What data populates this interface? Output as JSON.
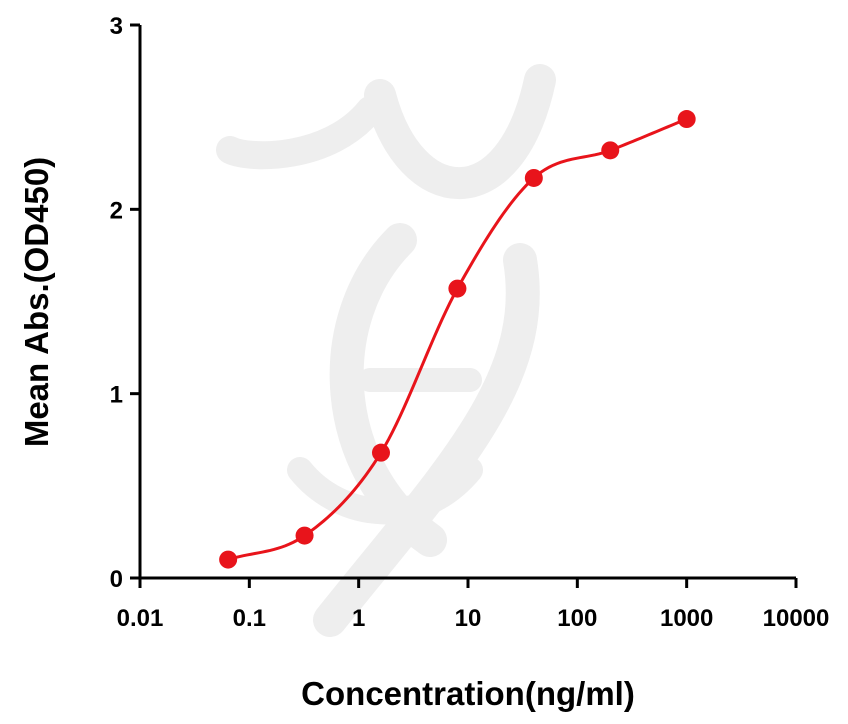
{
  "chart_data": {
    "type": "scatter",
    "title": "",
    "xlabel": "Concentration(ng/ml)",
    "ylabel": "Mean Abs.(OD450)",
    "x_scale": "log",
    "xlim": [
      0.01,
      10000
    ],
    "ylim": [
      0,
      3
    ],
    "x_ticks": [
      "0.01",
      "0.1",
      "1",
      "10",
      "100",
      "1000",
      "10000"
    ],
    "y_ticks": [
      "0",
      "1",
      "2",
      "3"
    ],
    "grid": false,
    "legend": "none",
    "series": [
      {
        "color": "#e8141b",
        "x": [
          0.064,
          0.32,
          1.6,
          8,
          40,
          200,
          1000
        ],
        "y": [
          0.1,
          0.23,
          0.68,
          1.57,
          2.17,
          2.32,
          2.49
        ],
        "fit": "sigmoidal curve"
      }
    ]
  },
  "watermark_icon": "dna-icon"
}
